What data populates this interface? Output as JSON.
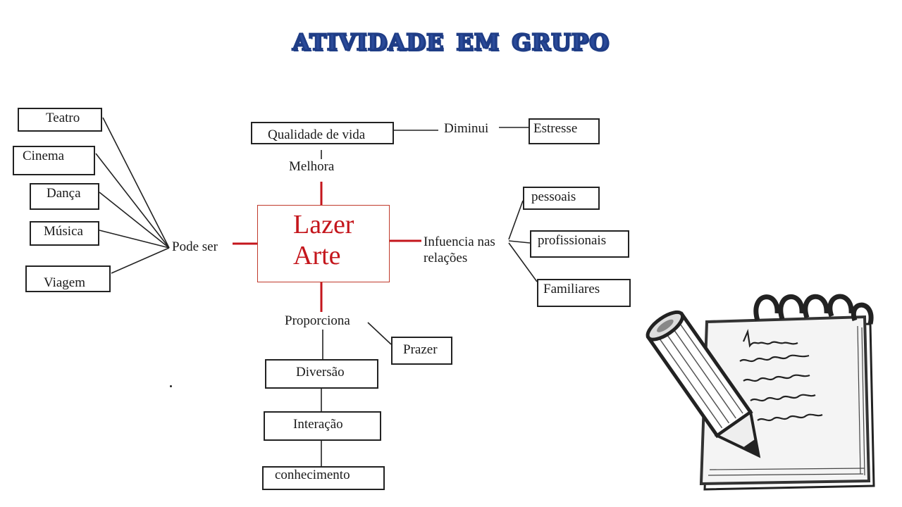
{
  "slide": {
    "title": "Atividade em grupo"
  },
  "center": {
    "line1": "Lazer",
    "line2": "Arte"
  },
  "connectors": {
    "pode_ser": "Pode ser",
    "melhora": "Melhora",
    "diminui": "Diminui",
    "influencia_line1": "Infuencia nas",
    "influencia_line2": "relações",
    "proporciona": "Proporciona"
  },
  "left_boxes": [
    "Teatro",
    "Cinema",
    "Dança",
    "Música",
    "Viagem"
  ],
  "top_boxes": {
    "qualidade": "Qualidade de vida",
    "estresse": "Estresse"
  },
  "right_boxes": [
    "pessoais",
    "profissionais",
    "Familiares"
  ],
  "bottom_boxes": {
    "prazer": "Prazer",
    "chain": [
      "Diversão",
      "Interação",
      "conhecimento"
    ]
  },
  "colors": {
    "title": "#1f3d86",
    "center_text": "#c4161c",
    "red_lines": "#c4161c",
    "lines": "#222222"
  },
  "icons": {
    "illustration": "notepad-pencil-icon"
  }
}
